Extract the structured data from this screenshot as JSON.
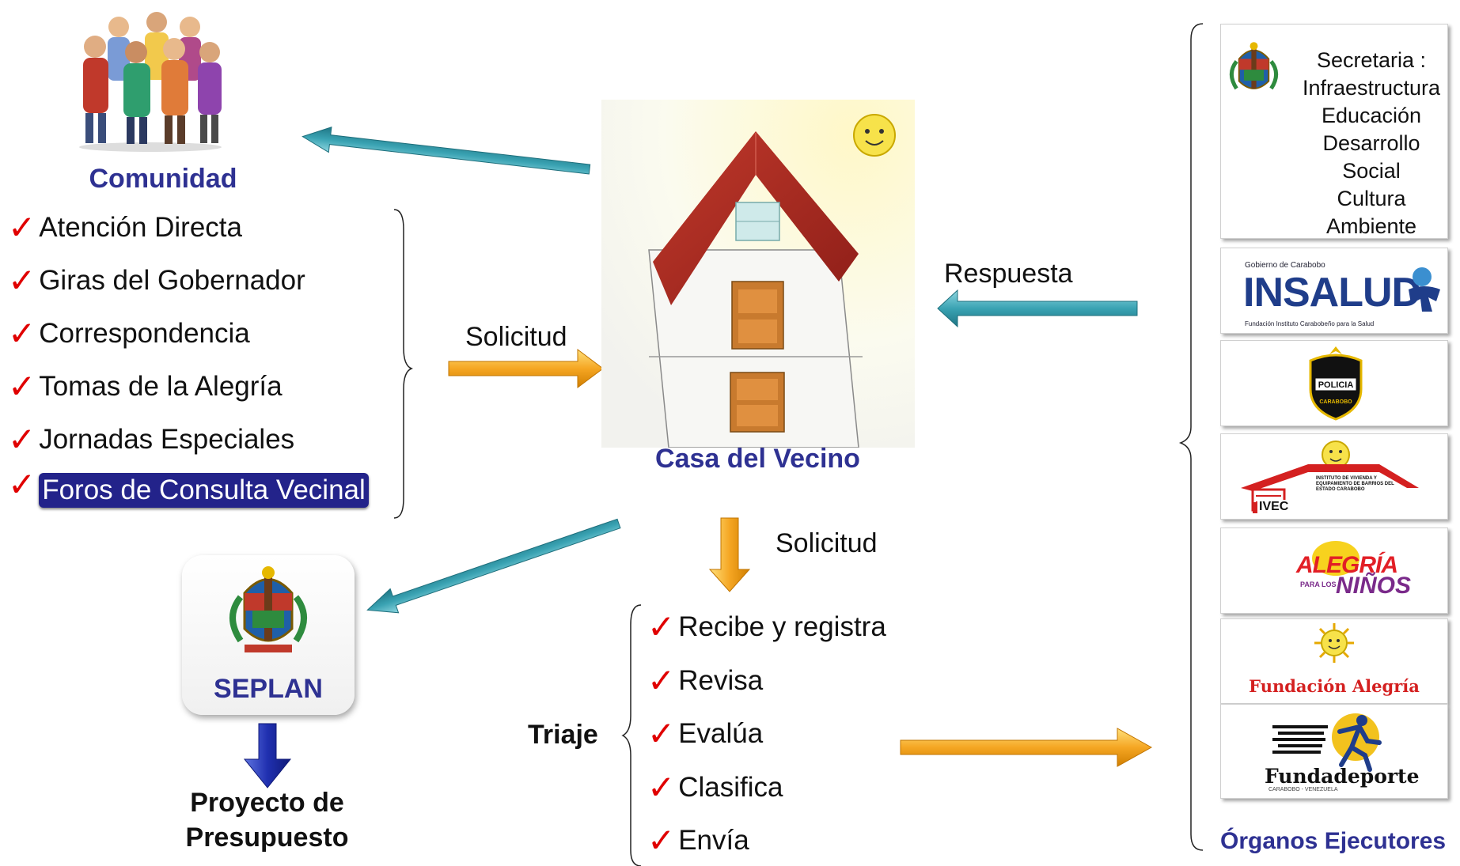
{
  "community": {
    "title": "Comunidad",
    "channels": [
      "Atención Directa",
      "Giras del Gobernador",
      "Correspondencia",
      "Tomas de la Alegría",
      "Jornadas Especiales",
      "Foros de Consulta Vecinal"
    ]
  },
  "center": {
    "title": "Casa del Vecino",
    "solicitud_in": "Solicitud",
    "solicitud_down": "Solicitud",
    "respuesta": "Respuesta"
  },
  "seplan": {
    "title": "SEPLAN",
    "output": "Proyecto de Presupuesto"
  },
  "triage": {
    "title": "Triaje",
    "steps": [
      "Recibe y registra",
      "Revisa",
      "Evalúa",
      "Clasifica",
      "Envía"
    ]
  },
  "organs": {
    "title": "Órganos Ejecutores",
    "secretaria_lines": [
      "Secretaria :",
      "Infraestructura",
      "Educación",
      "Desarrollo",
      "Social",
      "Cultura",
      "Ambiente"
    ],
    "insalud_logo": "INSALUD",
    "insalud_top": "Gobierno de Carabobo",
    "insalud_sub": "Fundación Instituto Carabobeño para la Salud",
    "policia_logo": "POLICIA",
    "policia_sub": "CARABOBO",
    "ivec_logo": "IVEC",
    "ivec_sub": "INSTITUTO DE VIVIENDA Y EQUIPAMIENTO DE BARRIOS DEL ESTADO CARABOBO",
    "alegria_logo_1": "ALEGRÍA",
    "alegria_logo_2": "PARA LOS",
    "alegria_logo_3": "NIÑOS",
    "fundacion_alegria_logo": "Fundación Alegría",
    "fundadeporte_logo": "Fundadeporte",
    "fundadeporte_sub": "CARABOBO - VENEZUELA"
  },
  "colors": {
    "title_blue": "#2e3192",
    "check_red": "#e00000",
    "arrow_teal": "#3aa3b3",
    "arrow_orange": "#f5a623",
    "arrow_blue": "#2030b0",
    "highlight_bg": "#23238a"
  },
  "icons": {
    "community": "people-group-icon",
    "house": "house-icon",
    "seal": "coat-of-arms-icon"
  }
}
